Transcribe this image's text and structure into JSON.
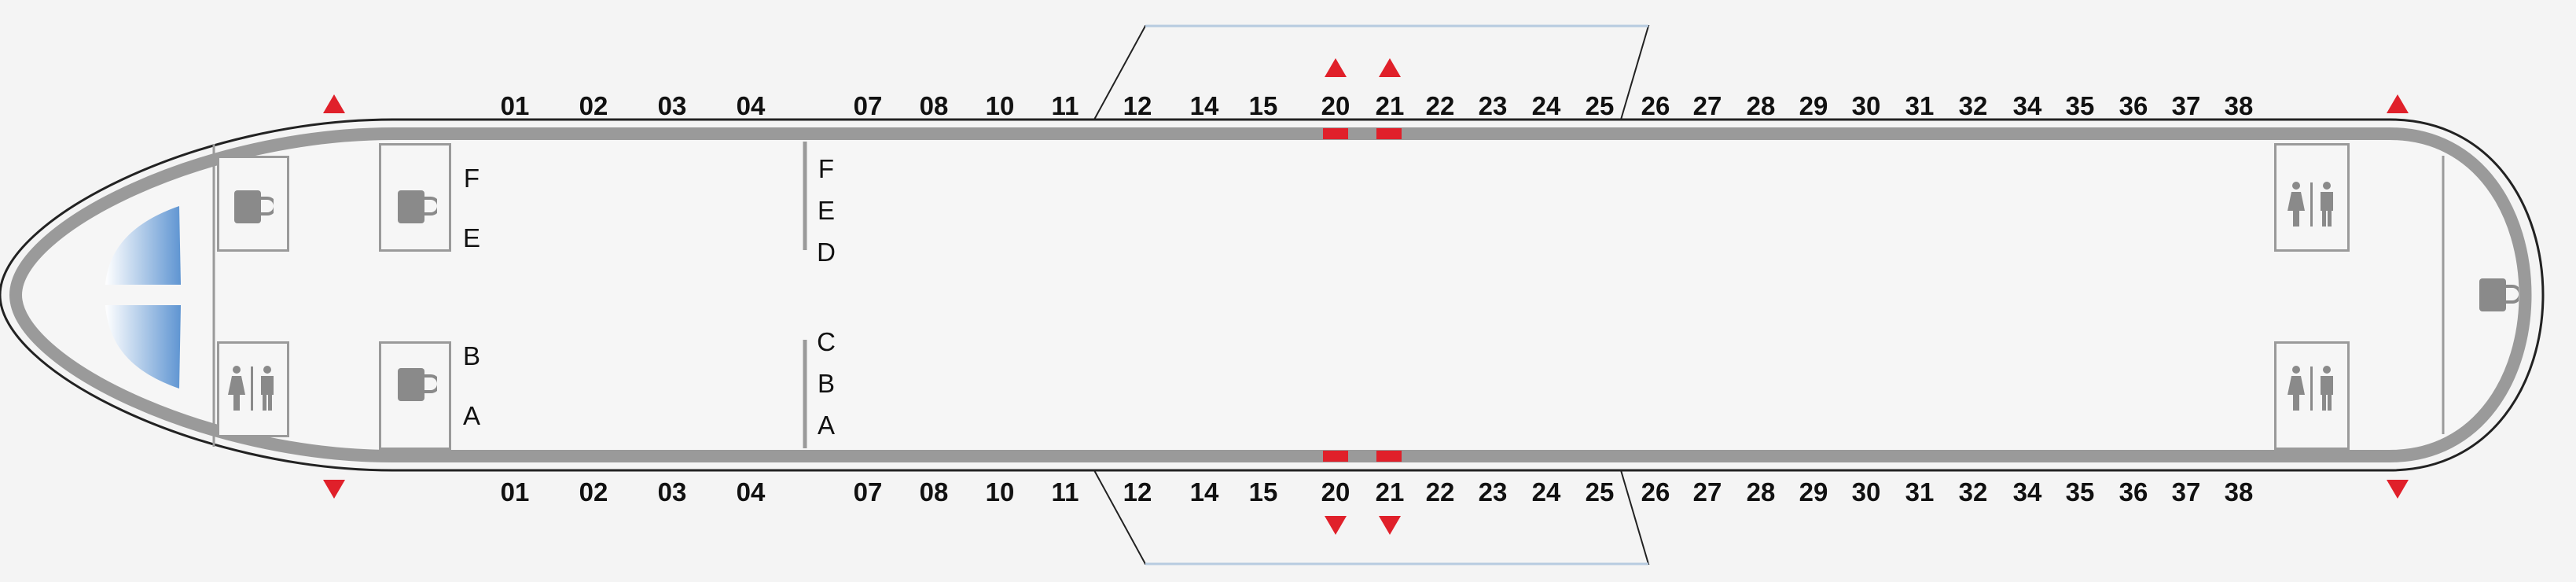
{
  "rows_top": [
    "01",
    "02",
    "03",
    "04",
    "07",
    "08",
    "10",
    "11",
    "12",
    "14",
    "15",
    "20",
    "21",
    "22",
    "23",
    "24",
    "25",
    "26",
    "27",
    "28",
    "29",
    "30",
    "31",
    "32",
    "34",
    "35",
    "36",
    "37",
    "38"
  ],
  "rows_bottom": [
    "01",
    "02",
    "03",
    "04",
    "07",
    "08",
    "10",
    "11",
    "12",
    "14",
    "15",
    "20",
    "21",
    "22",
    "23",
    "24",
    "25",
    "26",
    "27",
    "28",
    "29",
    "30",
    "31",
    "32",
    "34",
    "35",
    "36",
    "37",
    "38"
  ],
  "front_letters_upper": [
    "F",
    "E"
  ],
  "front_letters_lower": [
    "B",
    "A"
  ],
  "divider_letters_upper": [
    "F",
    "E",
    "D"
  ],
  "divider_letters_lower": [
    "C",
    "B",
    "A"
  ],
  "exit_rows": [
    "20",
    "21"
  ],
  "icons": {
    "galley": "coffee-cup-icon",
    "lavatory": "lavatory-icon",
    "exit": "exit-arrow-icon"
  },
  "colors": {
    "fuselage": "#9a9a9a",
    "exit": "#e0202a",
    "cockpit_window": "#7fa9d8",
    "background": "#f4f4f4"
  }
}
